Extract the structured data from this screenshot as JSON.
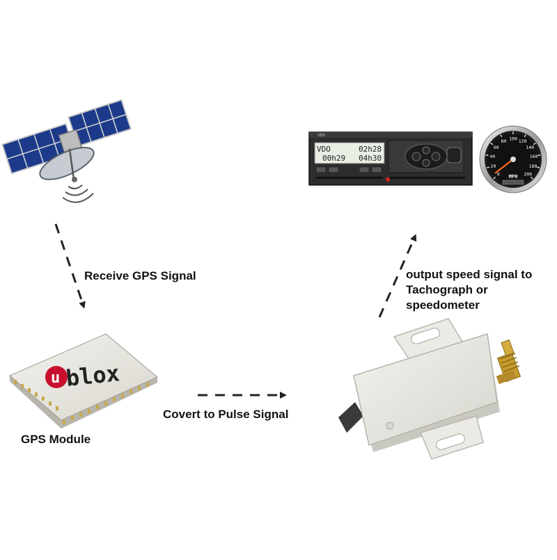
{
  "labels": {
    "receive_signal": "Receive GPS Signal",
    "convert_signal": "Covert to Pulse Signal",
    "gps_module": "GPS Module",
    "output_line1": "output speed signal to",
    "output_line2": "Tachograph or",
    "output_line3": "speedometer"
  },
  "module_brand": "blox",
  "module_brand_initial": "u",
  "tachograph": {
    "brand": "VDO",
    "display_row1_left": "VDO",
    "display_row1_right": "02h28",
    "display_row2_left": "00h29",
    "display_row2_right": "04h30"
  },
  "speedometer": {
    "unit": "MPH",
    "ticks": [
      "0",
      "20",
      "40",
      "60",
      "80",
      "100",
      "120",
      "140",
      "160",
      "180",
      "200"
    ]
  },
  "colors": {
    "arrow": "#222222",
    "brand_red": "#c8102e",
    "module_body": "#e9e7df",
    "converter_body": "#ebeae4",
    "satellite_panel": "#1d3a8a"
  }
}
